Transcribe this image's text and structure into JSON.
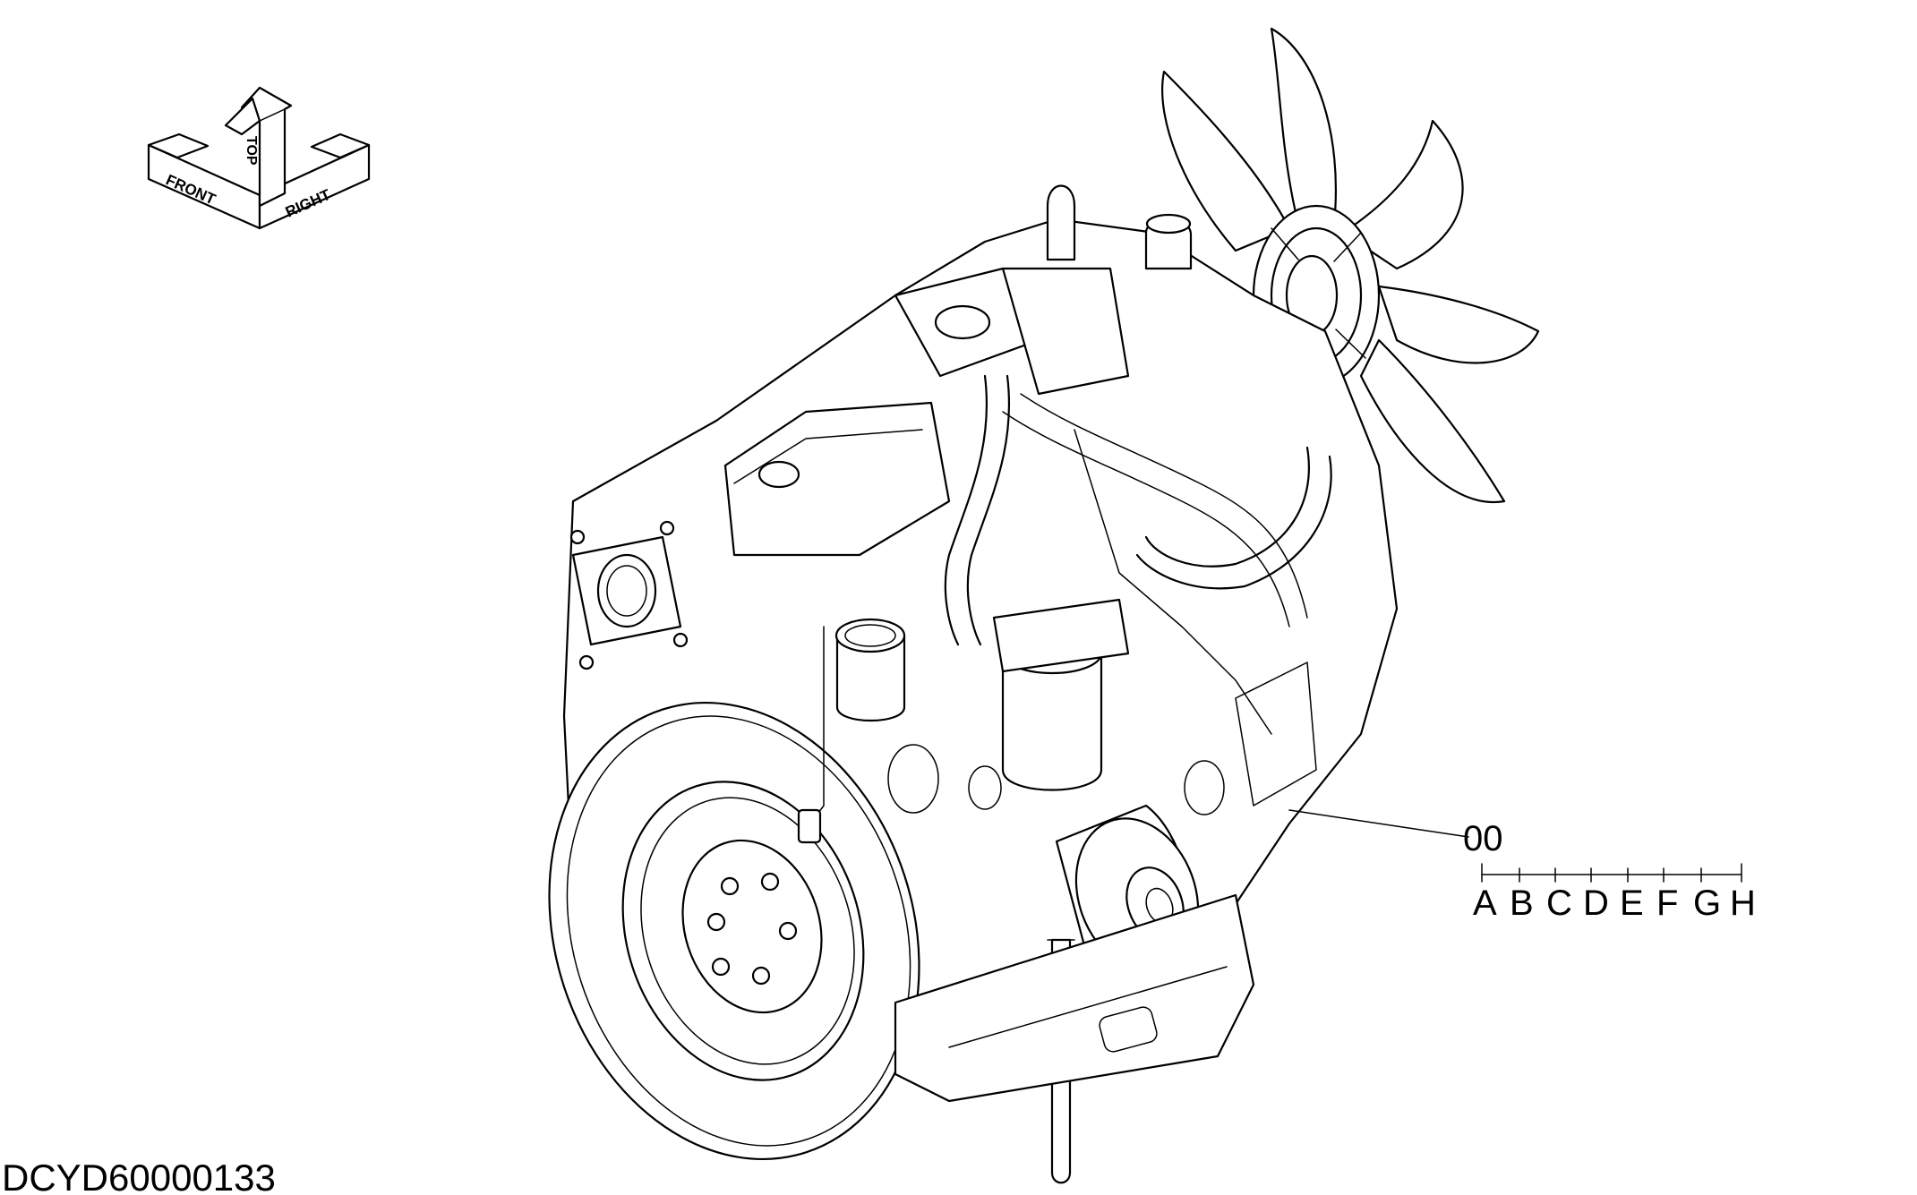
{
  "orientation_indicator": {
    "front_label": "FRONT",
    "top_label": "TOP",
    "right_label": "RIGHT"
  },
  "callout": {
    "part_number": "00",
    "variant_letters": [
      "A",
      "B",
      "C",
      "D",
      "E",
      "F",
      "G",
      "H"
    ]
  },
  "drawing_id": "DCYD60000133",
  "colors": {
    "line": "#000000",
    "background": "#ffffff"
  }
}
